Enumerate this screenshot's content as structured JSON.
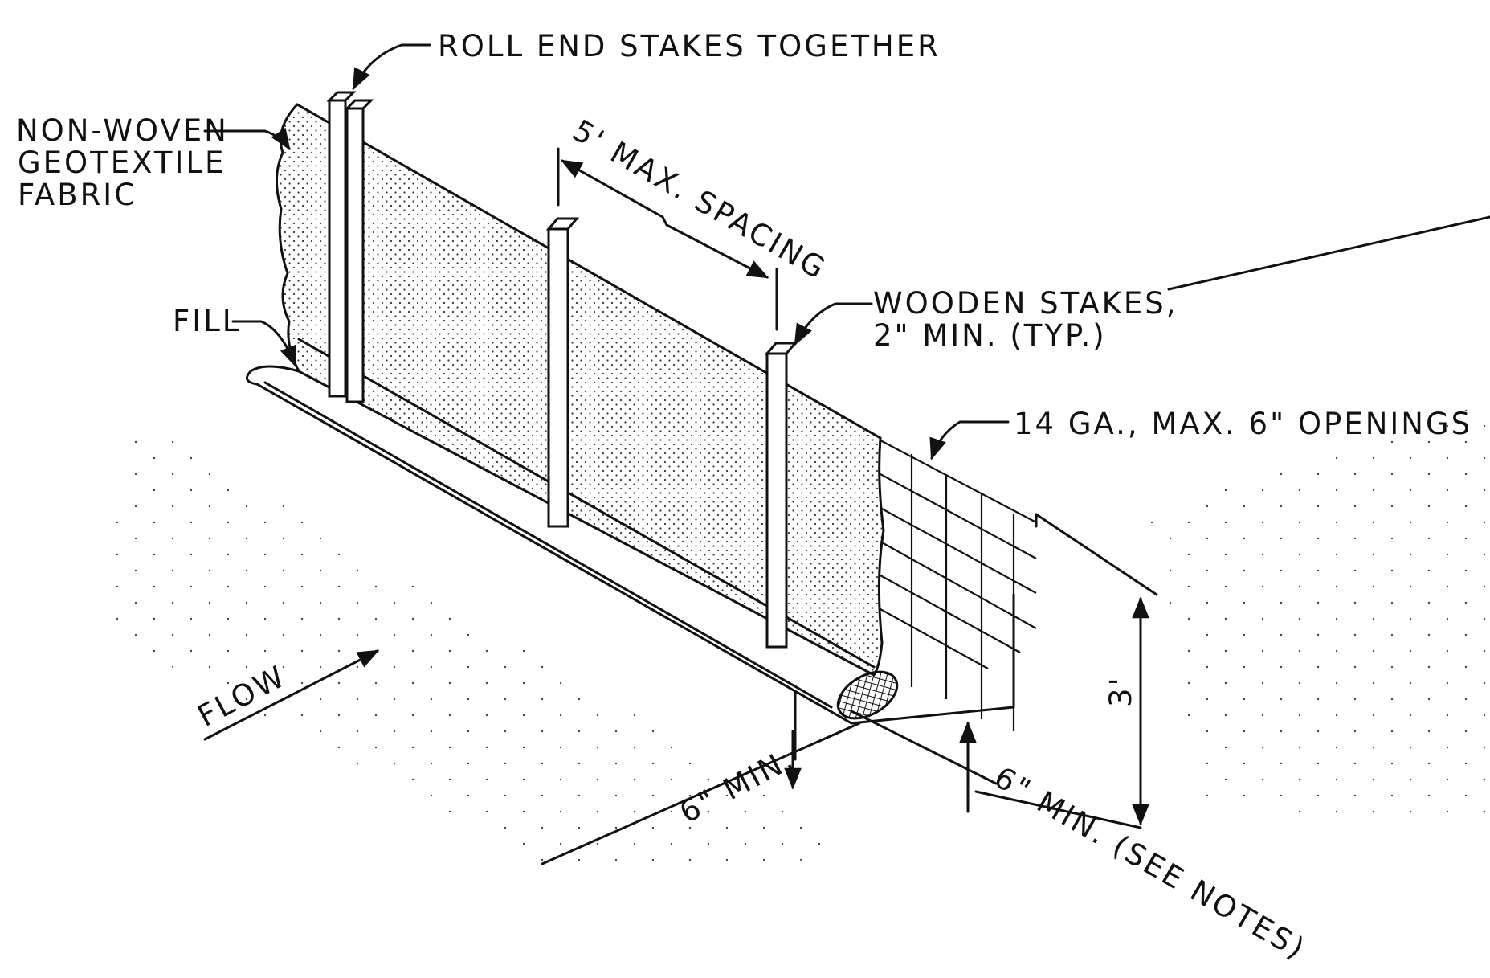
{
  "diagram": {
    "labels": {
      "roll_end": "ROLL END STAKES TOGETHER",
      "geotextile_1": "NON-WOVEN",
      "geotextile_2": "GEOTEXTILE",
      "geotextile_3": "FABRIC",
      "spacing": "5' MAX. SPACING",
      "stakes_1": "WOODEN STAKES,",
      "stakes_2": "2\" MIN. (TYP.)",
      "fill": "FILL",
      "mesh": "14 GA., MAX. 6\" OPENINGS",
      "flow": "FLOW",
      "height": "3'",
      "min_left": "6\" MIN.",
      "min_right": "6\" MIN. (SEE NOTES)"
    }
  }
}
